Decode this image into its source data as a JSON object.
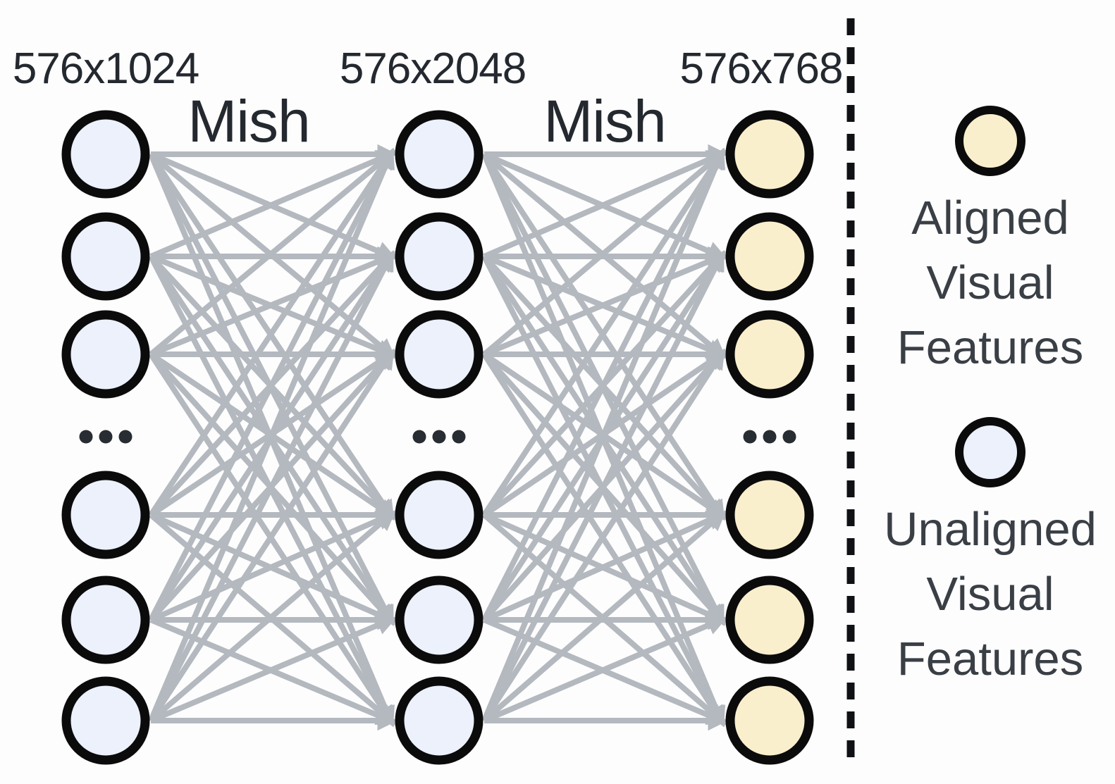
{
  "figure": {
    "title_hint": "MLP projector diagram",
    "layer_labels": [
      "576x1024",
      "576x2048",
      "576x768"
    ],
    "activation_labels": [
      "Mish",
      "Mish"
    ],
    "ellipsis": "...",
    "network": {
      "visible_nodes_per_layer": 6,
      "connectivity": "fully-connected",
      "node_styles": [
        "unaligned",
        "unaligned",
        "aligned"
      ]
    },
    "legend": {
      "aligned": {
        "swatch_style": "aligned",
        "lines": [
          "Aligned",
          "Visual",
          "Features"
        ]
      },
      "unaligned": {
        "swatch_style": "unaligned",
        "lines": [
          "Unaligned",
          "Visual",
          "Features"
        ]
      }
    },
    "colors": {
      "aligned_fill": "#faefcd",
      "unaligned_fill": "#ecf1fb",
      "node_stroke": "#0b0b0c",
      "arrow": "#b4b8bf",
      "ellipsis_dot": "#282c33",
      "label_text": "#24282f",
      "legend_text": "#3a3f46",
      "divider": "#101114",
      "background": "#fdfdfd"
    }
  }
}
